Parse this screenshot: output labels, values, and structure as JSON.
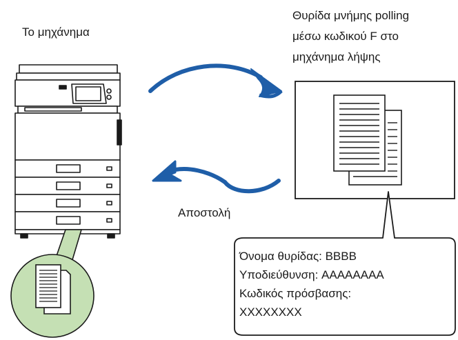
{
  "labels": {
    "machine": "Το μηχάνημα",
    "polling_box_line1": "Θυρίδα μνήμης polling",
    "polling_box_line2": "μέσω κωδικού F στο",
    "polling_box_line3": "μηχάνημα λήψης",
    "send": "Αποστολή"
  },
  "callout": {
    "box_name": "Όνομα θυρίδας: BBBB",
    "sub_address": "Υποδιεύθυνση: AAAAAAAA",
    "passcode_label": "Κωδικός πρόσβασης:",
    "passcode_value": "XXXXXXXX"
  },
  "colors": {
    "arrow": "#1f5ea8",
    "circle_fill": "#c5e0b4",
    "outline": "#1a1a1a",
    "machine_fill": "#ffffff"
  },
  "icons": {
    "machine": "multifunction-printer-icon",
    "documents": "documents-stack-icon",
    "arrow_right": "curved-arrow-right-icon",
    "arrow_left": "curved-arrow-left-icon"
  }
}
